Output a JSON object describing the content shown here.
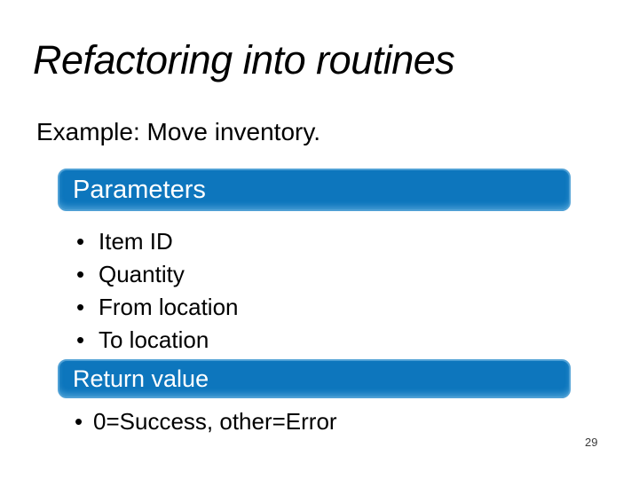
{
  "slide": {
    "title": "Refactoring into routines",
    "subtitle": "Example: Move inventory.",
    "bullet_glyph": "•",
    "sections": [
      {
        "header": "Parameters",
        "bullets": [
          "Item ID",
          "Quantity",
          "From location",
          "To location"
        ]
      },
      {
        "header": "Return value",
        "bullets": [
          "0=Success, other=Error"
        ]
      }
    ],
    "page_number": "29",
    "colors": {
      "banner_fill": "#0d76bd",
      "banner_border": "#4fa0d5",
      "banner_text": "#ffffff",
      "body_text": "#000000",
      "background": "#ffffff",
      "page_number": "#3c3c3c"
    }
  }
}
